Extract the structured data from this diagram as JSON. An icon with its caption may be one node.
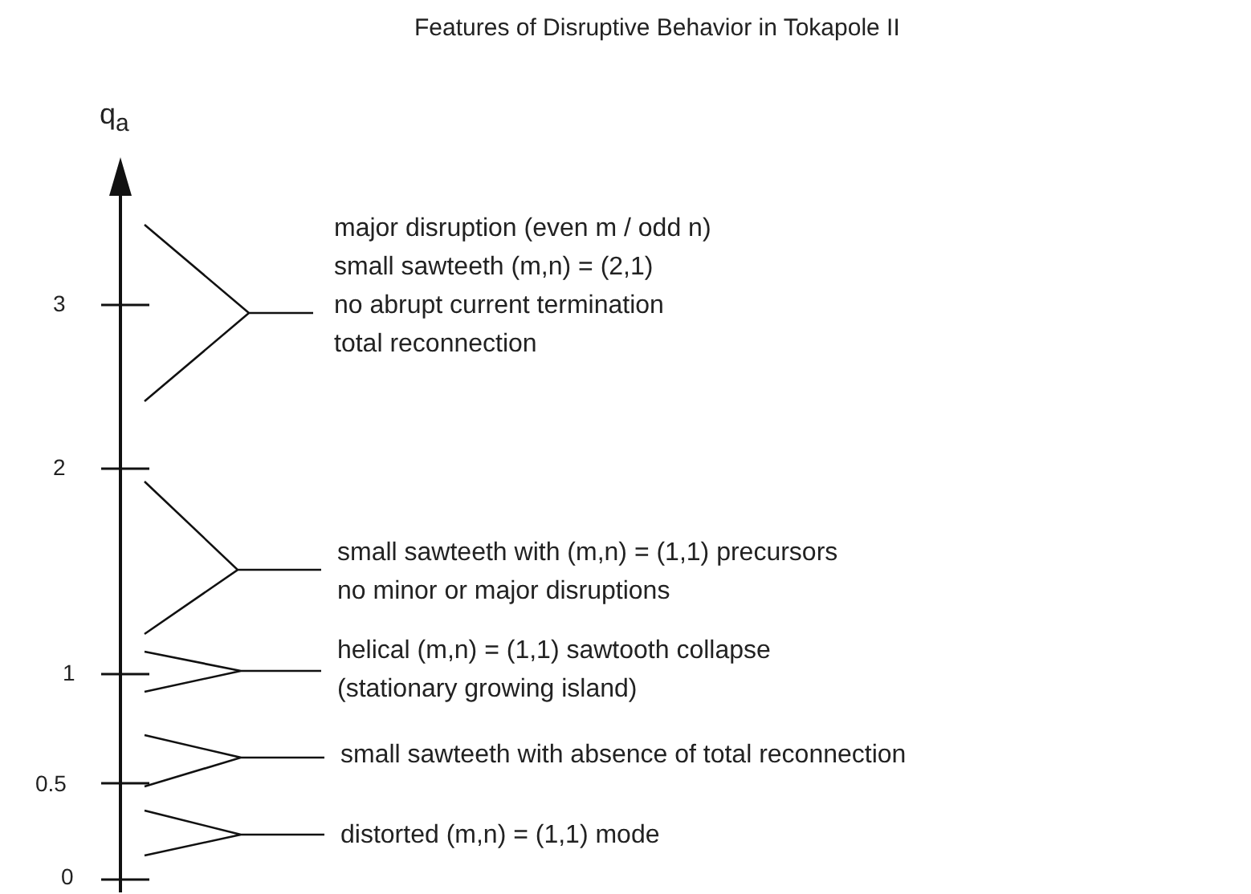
{
  "diagram": {
    "title": "Features of Disruptive Behavior in Tokapole II",
    "labels": [
      "q$_{a}$",
      "3",
      "major disruption (even m / odd n)",
      "small sawteeth (m,n) = (2,1)",
      "no abrupt current termination",
      "total reconnection",
      "2",
      "small sawteeth with (m,n) = (1,1) precursors",
      "no minor or major disruptions",
      "helical (m,n) = (1,1) sawtooth collapse",
      "(stationary growing island)",
      "1",
      "small sawteeth with absence of total reconnection",
      "0.5",
      "distorted (m,n) = (1,1) mode",
      "0"
    ]
  }
}
